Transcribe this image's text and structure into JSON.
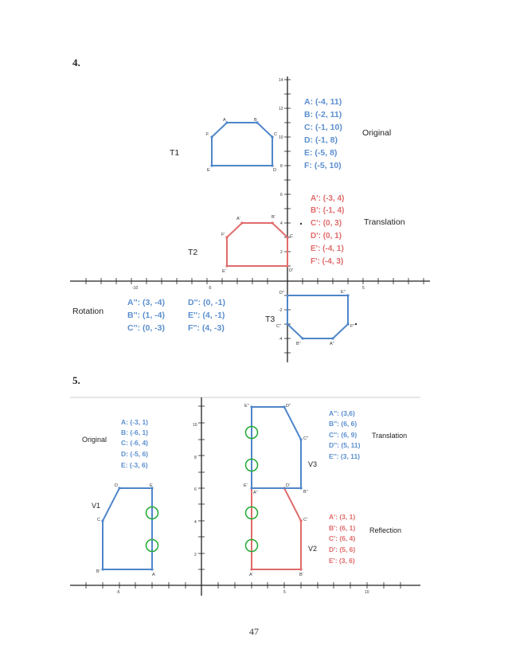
{
  "problems": {
    "p4": "4.",
    "p5": "5."
  },
  "page_number": "47",
  "colors": {
    "blue": "#4f86c9",
    "red": "#e06b6b",
    "green": "#22aa33",
    "axis": "#222222"
  },
  "fig4": {
    "tags": {
      "t1": "T1",
      "t2": "T2",
      "t3": "T3",
      "original": "Original",
      "translation": "Translation",
      "rotation": "Rotation"
    },
    "vertex_labels": {
      "original": [
        "A",
        "B",
        "C",
        "D",
        "E",
        "F"
      ],
      "translation": [
        "A'",
        "B'",
        "C",
        "D'",
        "E'",
        "F'"
      ],
      "rotation": [
        "D''",
        "E''",
        "F''",
        "A''",
        "B''",
        "C''"
      ]
    },
    "original_coords": [
      "A: (-4, 11)",
      "B: (-2, 11)",
      "C: (-1, 10)",
      "D: (-1, 8)",
      "E: (-5, 8)",
      "F: (-5, 10)"
    ],
    "translation_coords": [
      "A': (-3, 4)",
      "B': (-1, 4)",
      "C': (0, 3)",
      "D': (0, 1)",
      "E': (-4, 1)",
      "F': (-4, 3)"
    ],
    "rotation_coords_left": [
      "A'': (3, -4)",
      "B'': (1, -4)",
      "C'': (0, -3)"
    ],
    "rotation_coords_right": [
      "D'': (0, -1)",
      "E'': (4, -1)",
      "F'': (4, -3)"
    ],
    "tick_labels": {
      "y14": "14",
      "y12": "12",
      "y10": "10",
      "y8": "8",
      "y6": "6",
      "y4": "4",
      "y2": "2",
      "x_neg10": "-10",
      "x_neg5": "-5",
      "x5": "5",
      "y_neg2": "-2",
      "y_neg4": "-4"
    }
  },
  "fig5": {
    "tags": {
      "original": "Original",
      "translation": "Translation",
      "reflection": "Reflection",
      "v1": "V1",
      "v2": "V2",
      "v3": "V3"
    },
    "vertex_labels": {
      "original": [
        "A",
        "B'",
        "C",
        "D",
        "E"
      ],
      "reflection": [
        "A'",
        "B'",
        "C'",
        "D'",
        "E'"
      ],
      "translation": [
        "A''",
        "B''",
        "C''",
        "D''",
        "E''"
      ]
    },
    "original_coords": [
      "A: (-3, 1)",
      "B: (-6, 1)",
      "C: (-6, 4)",
      "D: (-5, 6)",
      "E: (-3, 6)"
    ],
    "translation_coords": [
      "A'': (3,6)",
      "B'': (6, 6)",
      "C'': (6, 9)",
      "D'': (5, 11)",
      "E'': (3, 11)"
    ],
    "reflection_coords": [
      "A': (3, 1)",
      "B': (6, 1)",
      "C': (6, 4)",
      "D': (5, 6)",
      "E': (3, 6)"
    ],
    "tick_labels": {
      "y10": "10",
      "y8": "8",
      "y6": "6",
      "y4": "4",
      "y2": "2",
      "x_neg5": "-5",
      "x5": "5",
      "x10": "10"
    }
  }
}
